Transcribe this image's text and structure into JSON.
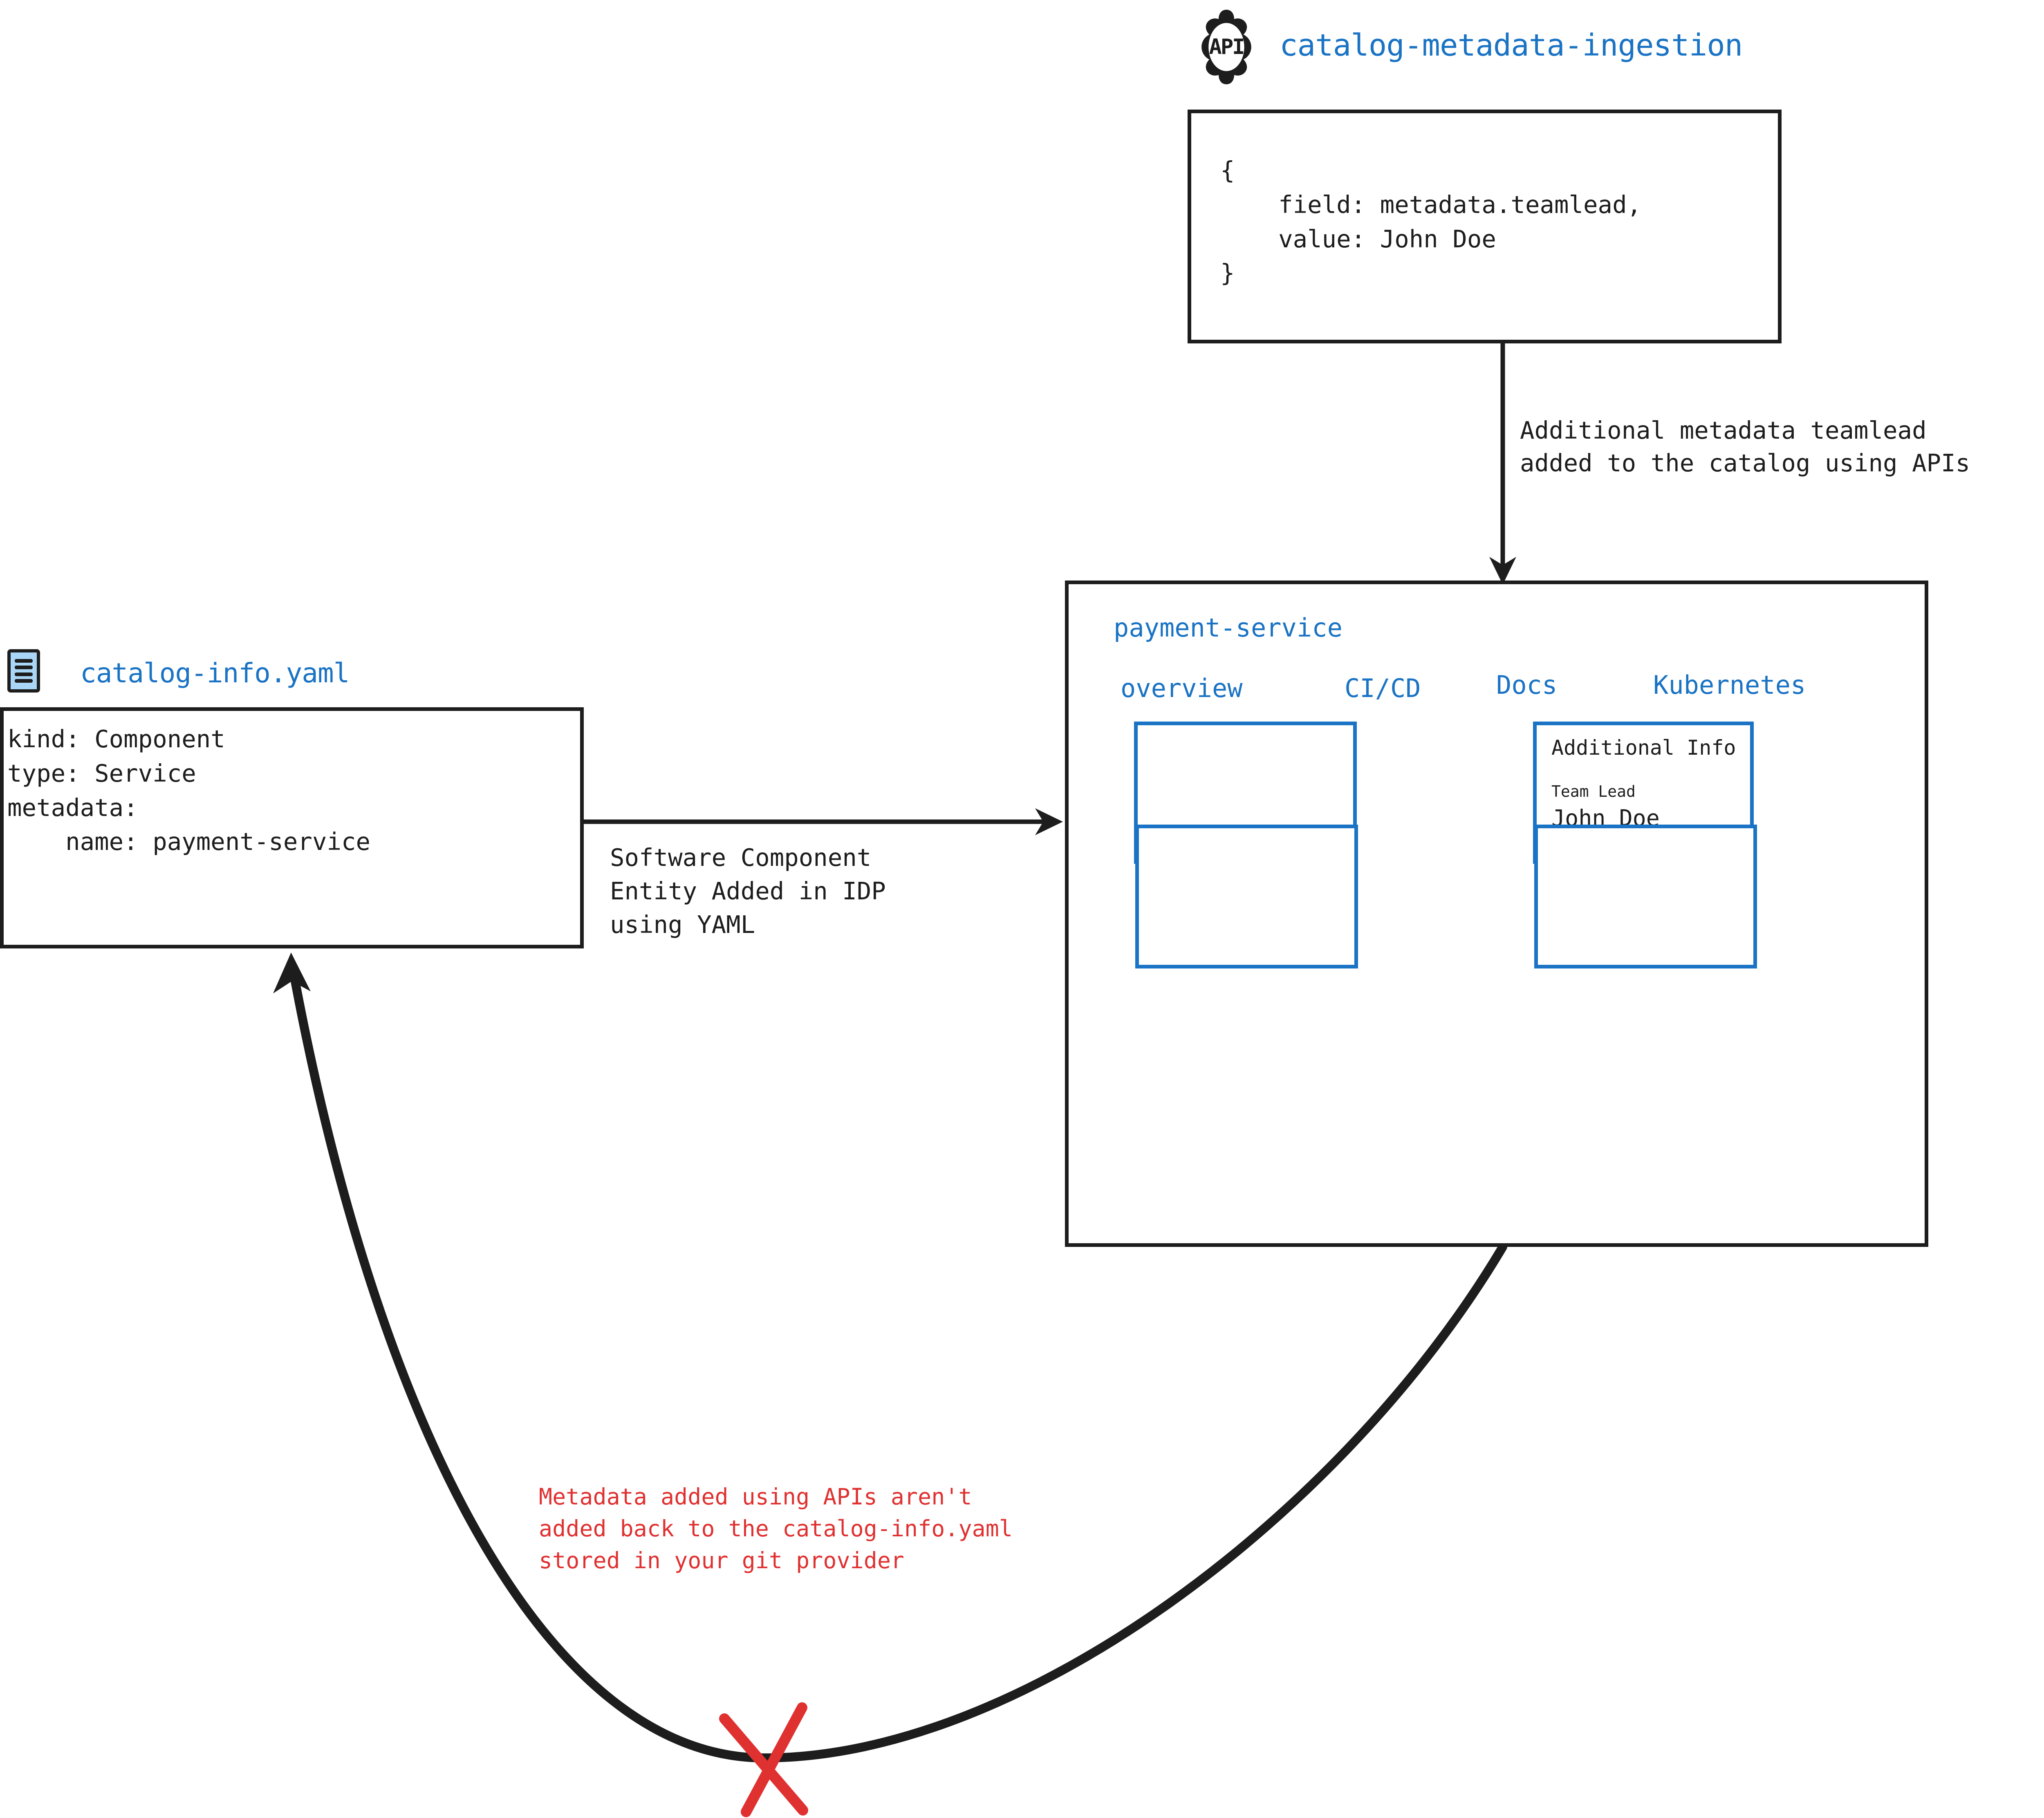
{
  "colors": {
    "accent_blue": "#1a73c4",
    "warning_red": "#e03131",
    "line_black": "#1d1d1d",
    "icon_fill": "#a9d6f7"
  },
  "api_source": {
    "icon": "api-gear-icon",
    "icon_label": "API",
    "title": "catalog-metadata-ingestion",
    "payload": "{\n    field: metadata.teamlead,\n    value: John Doe\n}"
  },
  "api_arrow": {
    "label_line1": "Additional metadata teamlead",
    "label_line2": "added to the catalog using APIs"
  },
  "yaml_source": {
    "icon": "yaml-file-icon",
    "title": "catalog-info.yaml",
    "content": "kind: Component\ntype: Service\nmetadata:\n    name: payment-service"
  },
  "yaml_arrow": {
    "label_line1": "Software Component",
    "label_line2": "Entity Added in IDP",
    "label_line3": "using YAML"
  },
  "idp_panel": {
    "service_name": "payment-service",
    "tabs": [
      {
        "label": "overview"
      },
      {
        "label": "CI/CD"
      },
      {
        "label": "Docs"
      },
      {
        "label": "Kubernetes"
      }
    ],
    "cards": [
      {
        "id": "card-overview",
        "title": "",
        "empty": true
      },
      {
        "id": "card-additional-info",
        "title": "Additional Info",
        "field_label": "Team Lead",
        "field_value": "John Doe",
        "empty": false
      },
      {
        "id": "card-bottom-left",
        "title": "",
        "empty": true
      },
      {
        "id": "card-bottom-right",
        "title": "",
        "empty": true
      }
    ]
  },
  "feedback_arrow": {
    "warning_line1": "Metadata added using APIs aren't",
    "warning_line2": "added back to the catalog-info.yaml",
    "warning_line3": "stored in your git provider",
    "blocked_marker": "red-x-cross-icon"
  }
}
